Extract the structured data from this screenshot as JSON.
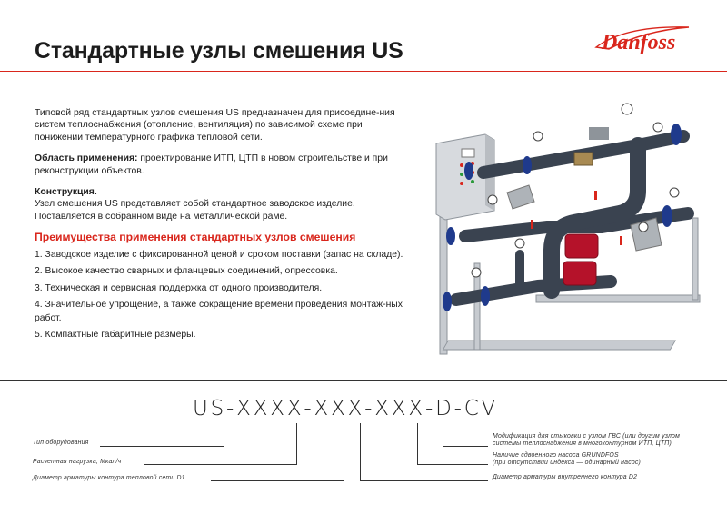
{
  "header": {
    "title": "Стандартные узлы смешения US",
    "logo_text": "Danfoss"
  },
  "intro": {
    "paragraph": "Типовой ряд стандартных узлов смешения US  предназначен для присоедине-ния систем теплоснабжения (отопление, вентиляция) по зависимой схеме при понижении температурного графика тепловой сети."
  },
  "application": {
    "label": "Область применения:",
    "text": " проектирование ИТП, ЦТП в новом строительстве и при реконструкции объектов."
  },
  "construction": {
    "label": "Конструкция.",
    "text": "Узел смешения US представляет собой стандартное заводское изделие. Поставляется в собранном виде на металлической раме."
  },
  "advantages": {
    "title": "Преимущества применения стандартных узлов смешения",
    "items": [
      "1. Заводское изделие с фиксированной ценой и сроком поставки (запас на складе).",
      "2. Высокое качество сварных и фланцевых соединений, опрессовка.",
      "3. Техническая и сервисная поддержка от одного производителя.",
      "4. Значительное упрощение, а также сокращение времени проведения монтаж-ных работ.",
      "5. Компактные габаритные размеры."
    ]
  },
  "code": {
    "segments": [
      "US",
      "-",
      "XXXX",
      "-",
      "XXX",
      "-",
      "XXX",
      "-",
      "D",
      "-",
      "CV"
    ]
  },
  "legend": {
    "equipment_type": "Тип оборудования",
    "design_load": "Расчетная нагрузка, Мкал/ч",
    "valve_d1": "Диаметр арматуры контура тепловой сети D1",
    "modification_line1": "Модификация для стыковки с узлом ГВС (или другим узлом",
    "modification_line2": "системы теплоснабжения в многоконтурном ИТП, ЦТП)",
    "pump_line1": "Наличие сдвоенного насоса GRUNDFOS",
    "pump_line2": "(при отсутствии индекса — одинарный насос)",
    "valve_d2": "Диаметр арматуры внутреннего контура D2"
  },
  "colors": {
    "accent": "#d9261c",
    "pipe": "#3a4350",
    "flange": "#1f3a8c",
    "pump": "#b5122a"
  }
}
